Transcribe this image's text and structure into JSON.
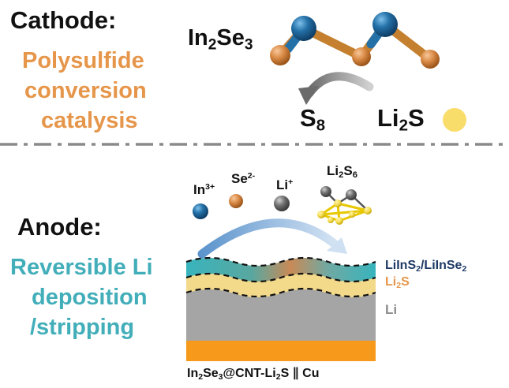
{
  "cathode": {
    "heading": "Cathode:",
    "catalysis_lines": [
      "Polysulfide",
      "conversion",
      "catalysis"
    ],
    "formula": {
      "main": "In",
      "sub1": "2",
      "mid": "Se",
      "sub2": "3"
    },
    "product": {
      "main": "S",
      "sub": "8"
    },
    "reactant": {
      "main": "Li",
      "sub": "2",
      "tail": "S"
    }
  },
  "anode": {
    "heading": "Anode:",
    "deposition_lines": [
      "Reversible Li",
      "deposition",
      "/stripping"
    ],
    "ions": {
      "in": {
        "base": "In",
        "sup": "3+"
      },
      "se": {
        "base": "Se",
        "sup": "2-"
      },
      "li": {
        "base": "Li",
        "sup": "+"
      },
      "polysulfide": {
        "base": "Li",
        "sub1": "2",
        "mid": "S",
        "sub2": "6"
      }
    },
    "layers": {
      "top": {
        "a": "LiInS",
        "a_sub": "2",
        "sep": "/LiInSe",
        "b_sub": "2"
      },
      "middle": {
        "main": "Li",
        "sub": "2",
        "tail": "S"
      },
      "bottom": "Li"
    },
    "cell": {
      "a": "In",
      "a_sub": "2",
      "b": "Se",
      "b_sub": "3",
      "c": "@CNT-Li",
      "c_sub": "2",
      "d": "S ∥ Cu"
    }
  },
  "colors": {
    "indium_atom": "#2471a8",
    "selenium_atom": "#d98a45",
    "sulfur": "#f9dd6a",
    "lithium_atom": "#6e6e6e",
    "teal_layer": "#36b3bd",
    "li2s_layer": "#f3d98a",
    "li_layer": "#a5a5a5",
    "copper": "#f79a1c",
    "arrow_blue": "#4a88c7"
  }
}
